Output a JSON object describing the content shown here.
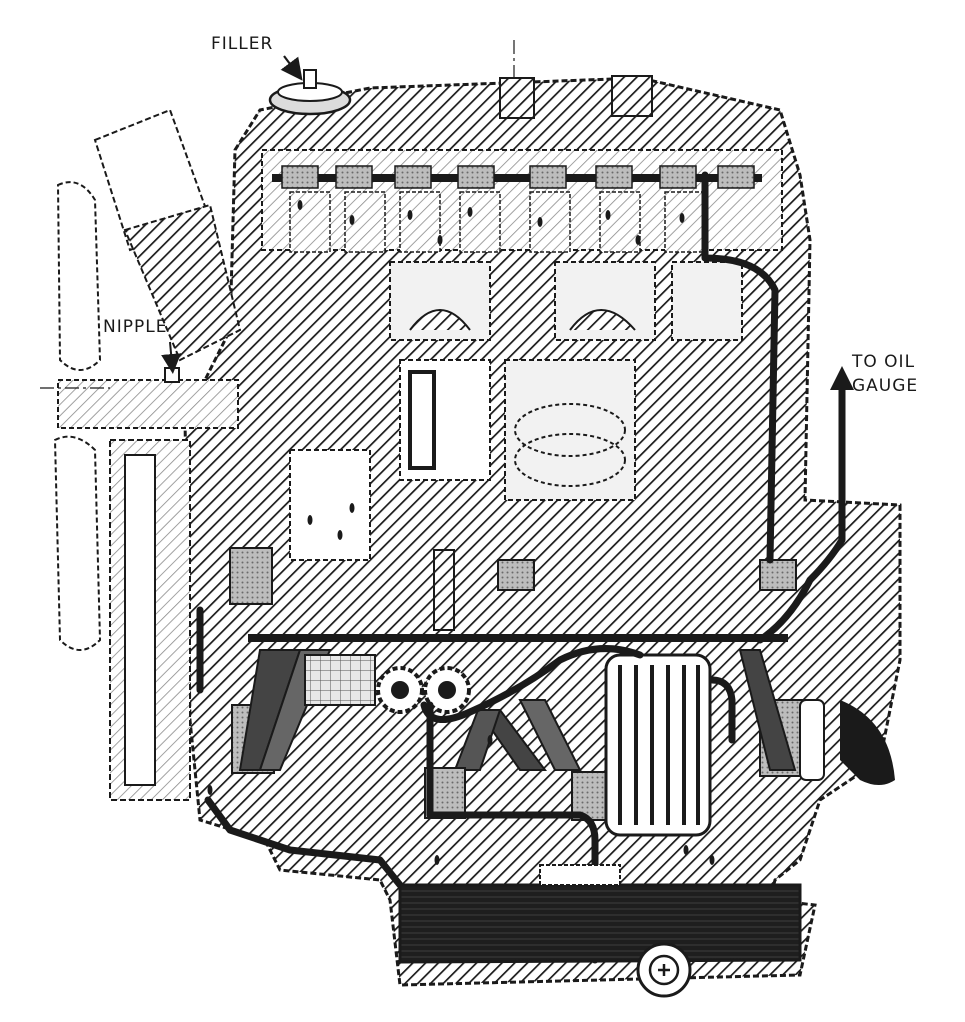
{
  "labels": {
    "filler": "FILLER",
    "nipple": "NIPPLE",
    "oil_gauge_line1": "TO OIL",
    "oil_gauge_line2": "GAUGE"
  },
  "colors": {
    "ink": "#1a1a1a",
    "paper": "#ffffff",
    "shade": "#9a9a9a",
    "oil": "#222222"
  }
}
